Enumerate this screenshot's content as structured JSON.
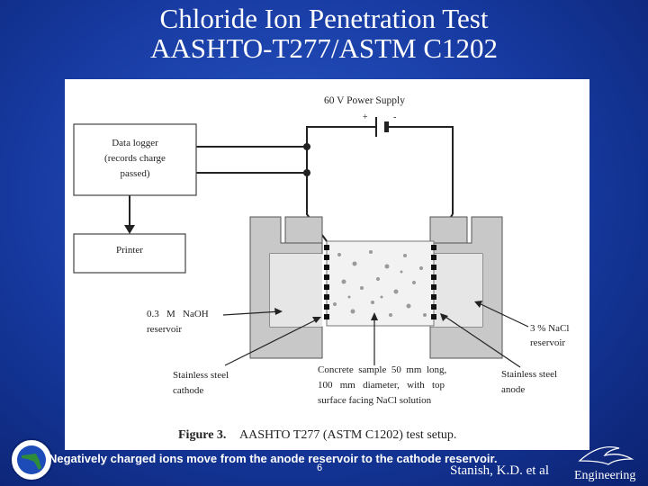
{
  "title": {
    "line1": "Chloride Ion Penetration Test",
    "line2": "AASHTO-T277/ASTM C1202"
  },
  "diagram": {
    "power_supply": "60 V Power Supply",
    "plus": "+",
    "minus": "-",
    "data_logger": [
      "Data logger",
      "(records charge",
      "passed)"
    ],
    "printer": "Printer",
    "naoh_label": [
      "0.3   M   NaOH",
      "reservoir"
    ],
    "nacl_label": [
      "3 % NaCl",
      "reservoir"
    ],
    "cathode_label": [
      "Stainless steel",
      "cathode"
    ],
    "anode_label": [
      "Stainless steel",
      "anode"
    ],
    "sample_label": [
      "Concrete  sample  50  mm  long,",
      "100   mm   diameter,   with   top",
      "surface facing NaCl solution"
    ],
    "figure_caption_bold": "Figure 3.",
    "figure_caption_text": "AASHTO T277 (ASTM C1202) test setup."
  },
  "footer": {
    "caption": "Negatively charged ions move from the anode reservoir to the cathode reservoir.",
    "page_number": "6",
    "credit": "Stanish, K.D. et al",
    "logo_text": "Engineering"
  },
  "colors": {
    "background": "#16399f",
    "reservoir_wall": "#c8c8c8",
    "solution": "#e6e6e6"
  }
}
